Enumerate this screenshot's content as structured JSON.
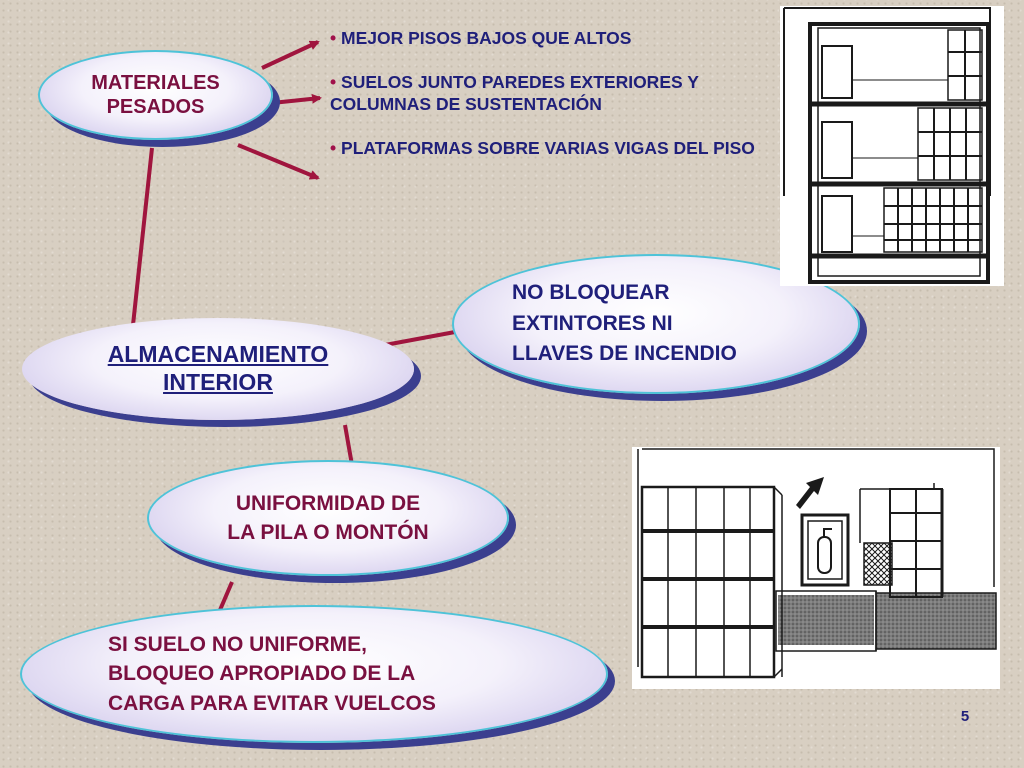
{
  "colors": {
    "connector": "#a0153e",
    "node_text_maroon": "#7a1040",
    "node_text_navy": "#1f1f7a",
    "node_shadow": "#3b3f8f"
  },
  "nodes": {
    "materiales": "MATERIALES\nPESADOS",
    "almacenamiento": "ALMACENAMIENTO\nINTERIOR",
    "extintores": "NO BLOQUEAR\nEXTINTORES NI\nLLAVES DE INCENDIO",
    "uniformidad": "UNIFORMIDAD DE\nLA PILA O MONTÓN",
    "suelo": "SI SUELO NO UNIFORME,\nBLOQUEO APROPIADO DE LA\nCARGA PARA EVITAR VUELCOS"
  },
  "bullets": [
    "MEJOR PISOS BAJOS QUE ALTOS",
    "SUELOS JUNTO PAREDES EXTERIORES Y COLUMNAS DE SUSTENTACIÓN",
    "PLATAFORMAS SOBRE VARIAS VIGAS DEL PISO"
  ],
  "bullet_marker": "•",
  "illustrations": {
    "top": "shelving-rack-illustration",
    "bottom": "fire-extinguisher-storage-illustration"
  },
  "page_number": "5"
}
